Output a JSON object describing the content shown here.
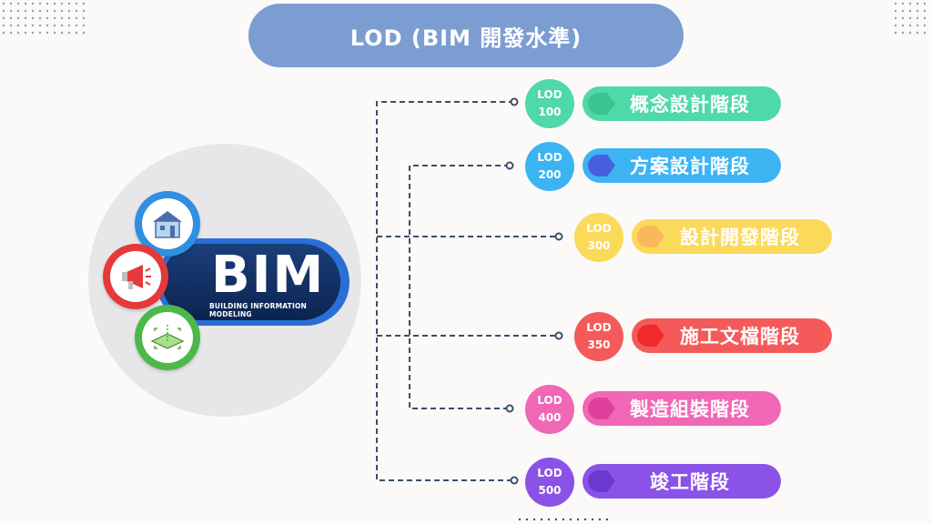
{
  "title": "LOD (BIM 開發水準)",
  "center": {
    "bim_text": "BIM",
    "bim_subtitle": "BUILDING INFORMATION MODELING",
    "icons": [
      "house-icon",
      "megaphone-icon",
      "3d-plane-icon"
    ]
  },
  "levels": [
    {
      "lod_label": "LOD",
      "lod_number": "100",
      "stage": "概念設計階段",
      "color": "#4fd8a8"
    },
    {
      "lod_label": "LOD",
      "lod_number": "200",
      "stage": "方案設計階段",
      "color": "#3cb4f2"
    },
    {
      "lod_label": "LOD",
      "lod_number": "300",
      "stage": "設計開發階段",
      "color": "#fbd95a"
    },
    {
      "lod_label": "LOD",
      "lod_number": "350",
      "stage": "施工文檔階段",
      "color": "#f45a5a"
    },
    {
      "lod_label": "LOD",
      "lod_number": "400",
      "stage": "製造組裝階段",
      "color": "#f067b6"
    },
    {
      "lod_label": "LOD",
      "lod_number": "500",
      "stage": "竣工階段",
      "color": "#8a52e6"
    }
  ]
}
